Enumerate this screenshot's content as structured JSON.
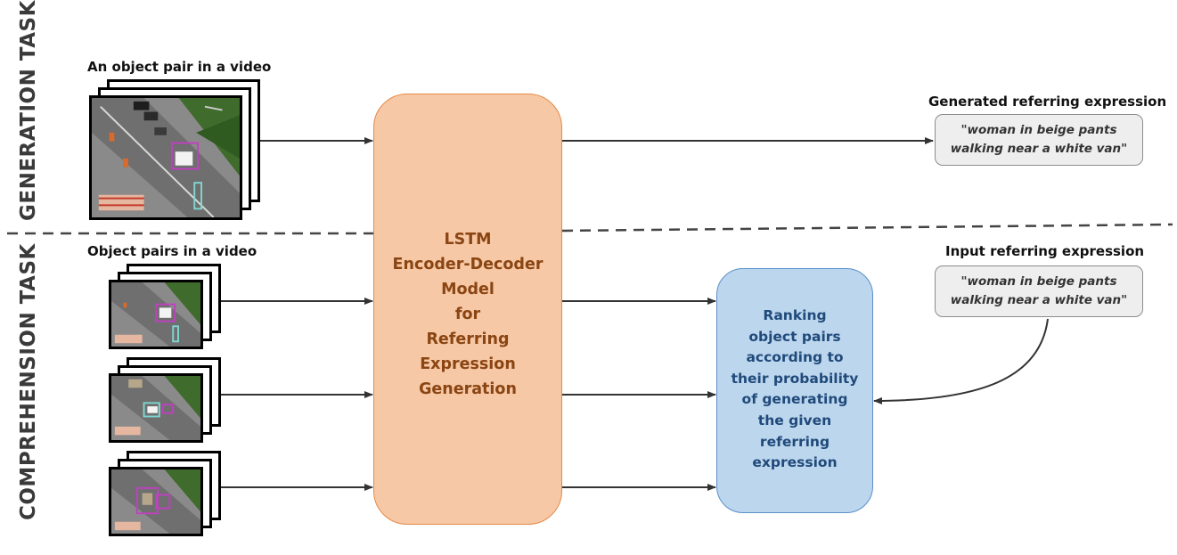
{
  "labels": {
    "generation_task": "GENERATION TASK",
    "comprehension_task": "COMPREHENSION TASK",
    "object_pair_caption": "An object pair in a video",
    "object_pairs_caption": "Object pairs in a video",
    "generated_expr_caption": "Generated referring expression",
    "input_expr_caption": "Input referring expression"
  },
  "lstm_model": {
    "lines": [
      "LSTM",
      "Encoder-Decoder",
      "Model",
      "for",
      "Referring",
      "Expression",
      "Generation"
    ]
  },
  "ranking": {
    "lines": [
      "Ranking",
      "object pairs",
      "according to",
      "their probability",
      "of generating",
      "the given",
      "referring",
      "expression"
    ]
  },
  "expressions": {
    "generated": {
      "line1": "\"woman in beige pants",
      "line2": "walking near a white van\""
    },
    "input": {
      "line1": "\"woman in beige pants",
      "line2": "walking near a white van\""
    }
  },
  "colors": {
    "lstm_fill": "#f6c8a6",
    "lstm_border": "#e48a47",
    "lstm_text": "#8a4512",
    "ranking_fill": "#bcd6ee",
    "ranking_border": "#5b8fc9",
    "ranking_text": "#204a7a",
    "arrow": "#333333",
    "bbox_magenta": "#c040c0",
    "bbox_cyan": "#7fd6d0"
  }
}
